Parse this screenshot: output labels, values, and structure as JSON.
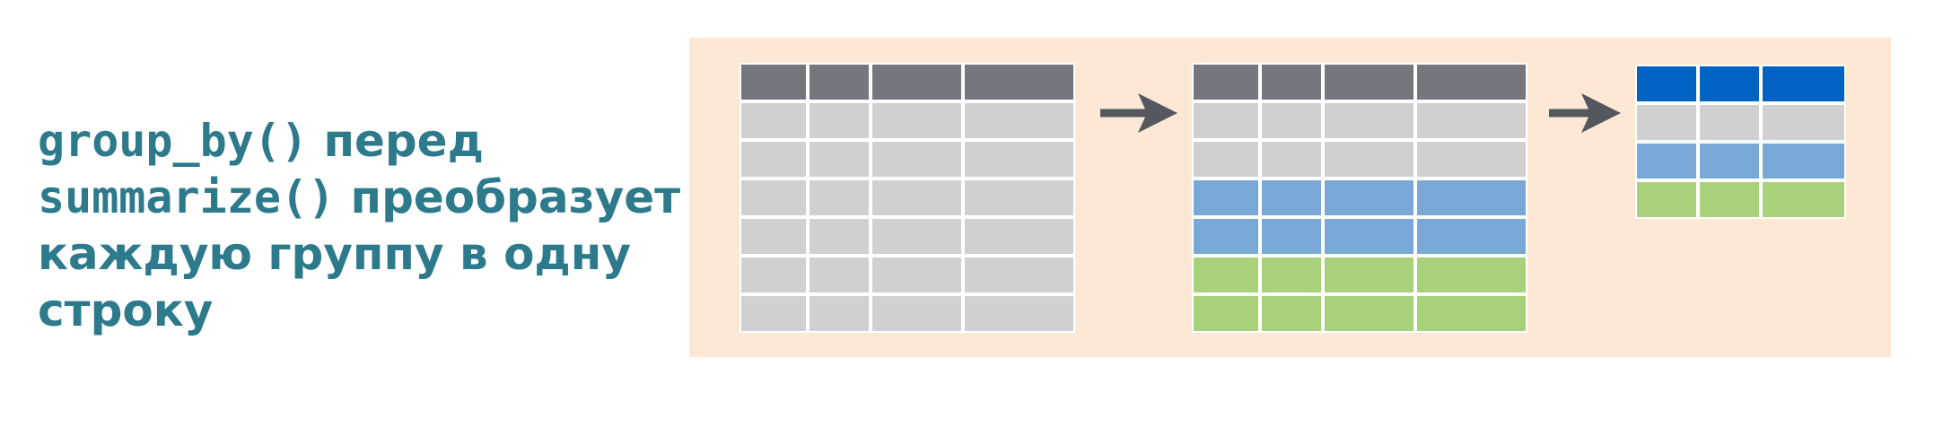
{
  "caption": {
    "line1_code": "group_by()",
    "line1_text": " перед",
    "line2_code": "summarize()",
    "line2_text": " преобразует",
    "line3_text": "каждую группу в одну",
    "line4_text": "строку"
  },
  "colors": {
    "text": "#2c7a8c",
    "panel_bg": "#fce8d4",
    "header_gray": "#74777d",
    "cell_gray": "#d0d0d0",
    "header_blue": "#0062c3",
    "group_blue": "#79a8d6",
    "group_green": "#a8d17a",
    "grid_line": "#ffffff",
    "arrow": "#54575d"
  },
  "tables": [
    {
      "id": "input",
      "rows": [
        "header",
        "gray",
        "gray",
        "gray",
        "gray",
        "gray",
        "gray"
      ]
    },
    {
      "id": "grouped",
      "rows": [
        "header",
        "gray",
        "gray",
        "blue",
        "blue",
        "green",
        "green"
      ]
    },
    {
      "id": "summarized",
      "rows": [
        "header_blue",
        "gray",
        "blue",
        "green"
      ]
    }
  ],
  "icons": [
    "arrow-right-icon",
    "arrow-right-icon"
  ]
}
